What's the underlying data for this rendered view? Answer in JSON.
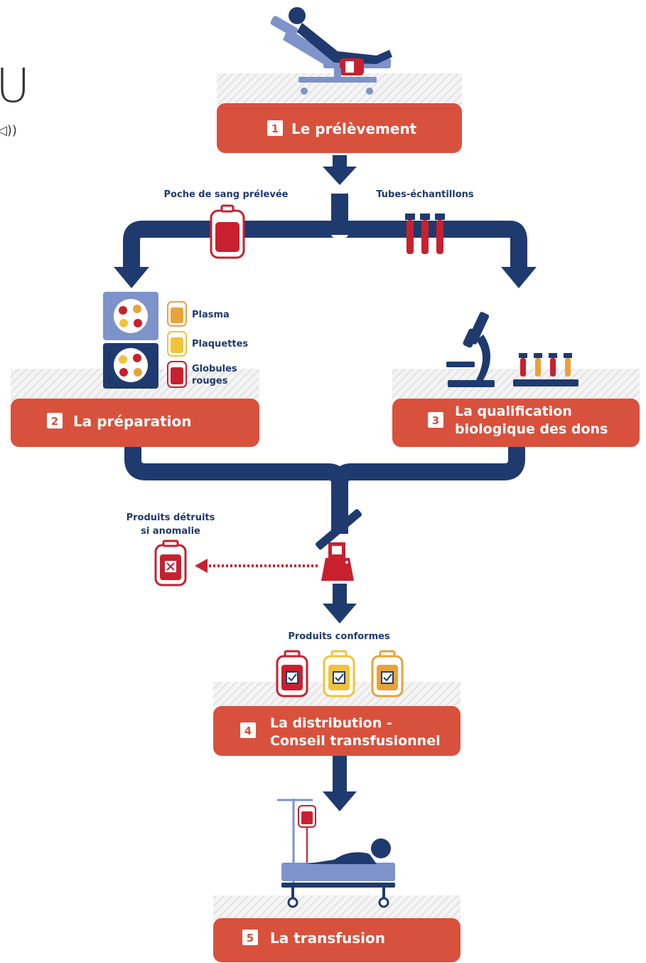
{
  "page_edge": {
    "letter": "U",
    "audio_symbol": "◁))"
  },
  "steps": [
    {
      "number": "1",
      "lines": [
        "Le prélèvement"
      ]
    },
    {
      "number": "2",
      "lines": [
        "La préparation"
      ]
    },
    {
      "number": "3",
      "lines": [
        "La qualification",
        "biologique des dons"
      ]
    },
    {
      "number": "4",
      "lines": [
        "La distribution -",
        "Conseil transfusionnel"
      ]
    },
    {
      "number": "5",
      "lines": [
        "La transfusion"
      ]
    }
  ],
  "labels": {
    "blood_bag": "Poche de sang prélevée",
    "sample_tubes": "Tubes-échantillons",
    "plasma": "Plasma",
    "platelets": "Plaquettes",
    "red_cells": [
      "Globules",
      "rouges"
    ],
    "destroyed": [
      "Produits détruits",
      "si anomalie"
    ],
    "compliant": "Produits conformes"
  },
  "colors": {
    "step_box": "#d8513d",
    "flow": "#1f3a6e",
    "blood": "#c8202f",
    "plasma": "#e8a23a",
    "platelets": "#f0c43a",
    "light_blue": "#7d93c9",
    "label_text": "#1f3a6e"
  },
  "icons": [
    "donor-chair-icon",
    "blood-bag-icon",
    "test-tube-icon",
    "microscope-icon",
    "sample-rack-icon",
    "barrier-icon",
    "patient-bed-icon",
    "iv-bag-icon",
    "checkbox-icon",
    "cross-icon"
  ]
}
